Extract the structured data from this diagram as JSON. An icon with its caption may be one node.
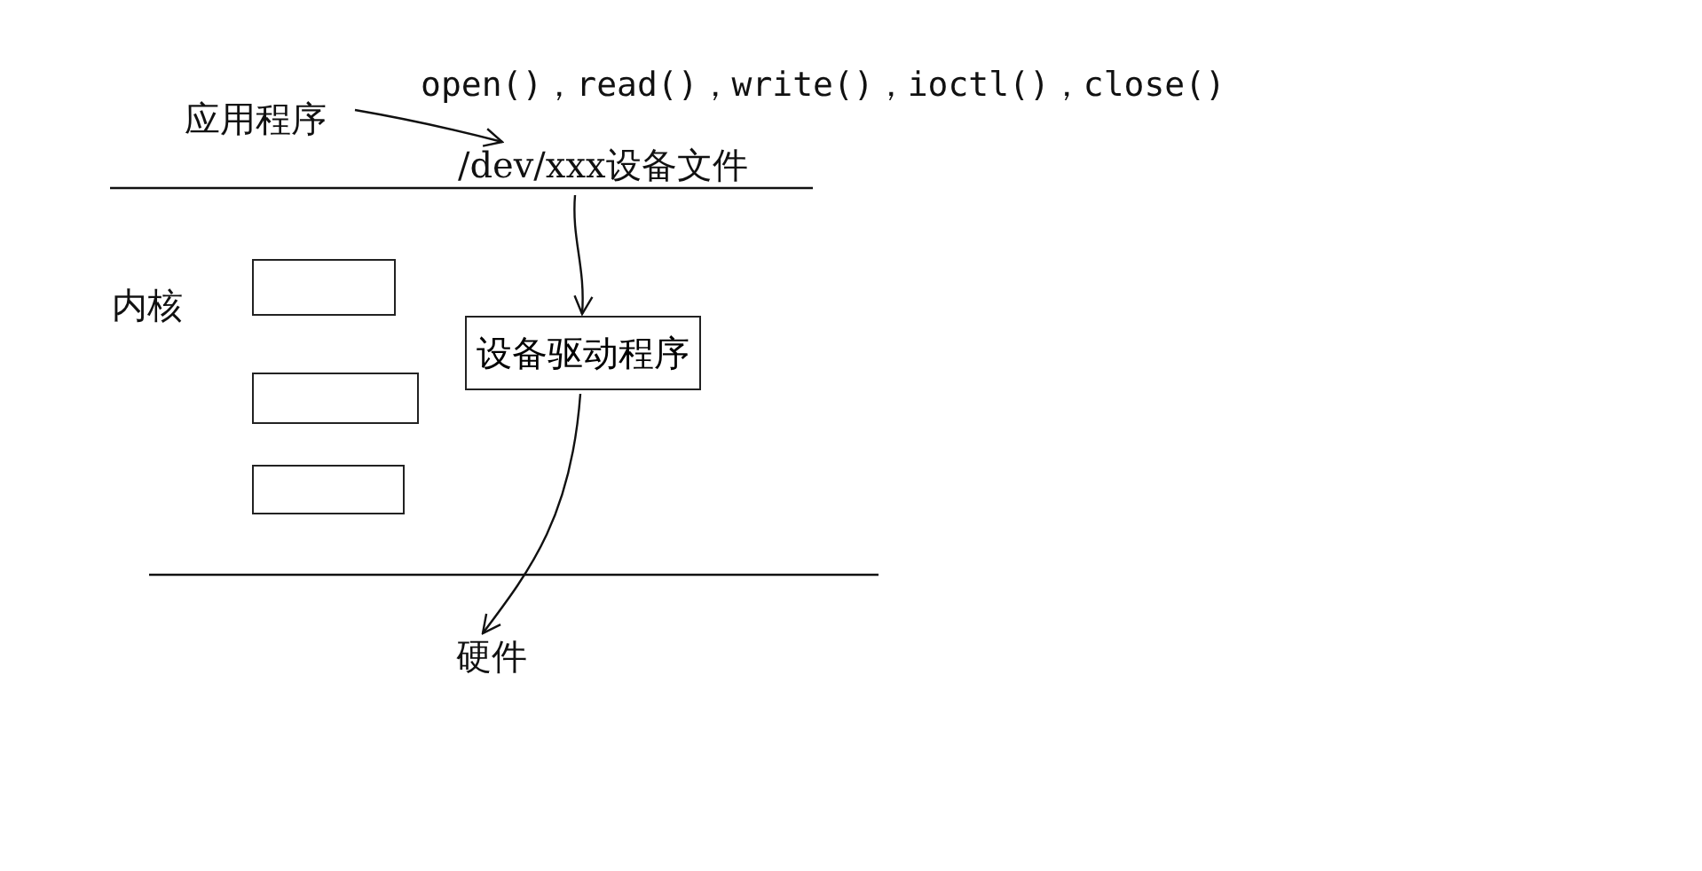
{
  "diagram": {
    "nodes": [
      {
        "text": [
          "应用程序"
        ]
      },
      {
        "text": [
          "/dev/xxx设备文件"
        ]
      },
      {
        "text": [
          "设备驱动程序"
        ]
      },
      {
        "text": [
          "硬件"
        ]
      },
      {
        "text": [],
        "shape": "box"
      },
      {
        "text": [],
        "shape": "box"
      },
      {
        "text": [],
        "shape": "box"
      }
    ],
    "edges": [
      {
        "from": 0,
        "to": 1,
        "arrow": "to"
      },
      {
        "from": 1,
        "to": 2,
        "arrow": "to"
      },
      {
        "from": 2,
        "to": 3,
        "arrow": "to"
      }
    ],
    "labels": [
      "open()，read()，write()，ioctl()，close()",
      "内核"
    ]
  }
}
